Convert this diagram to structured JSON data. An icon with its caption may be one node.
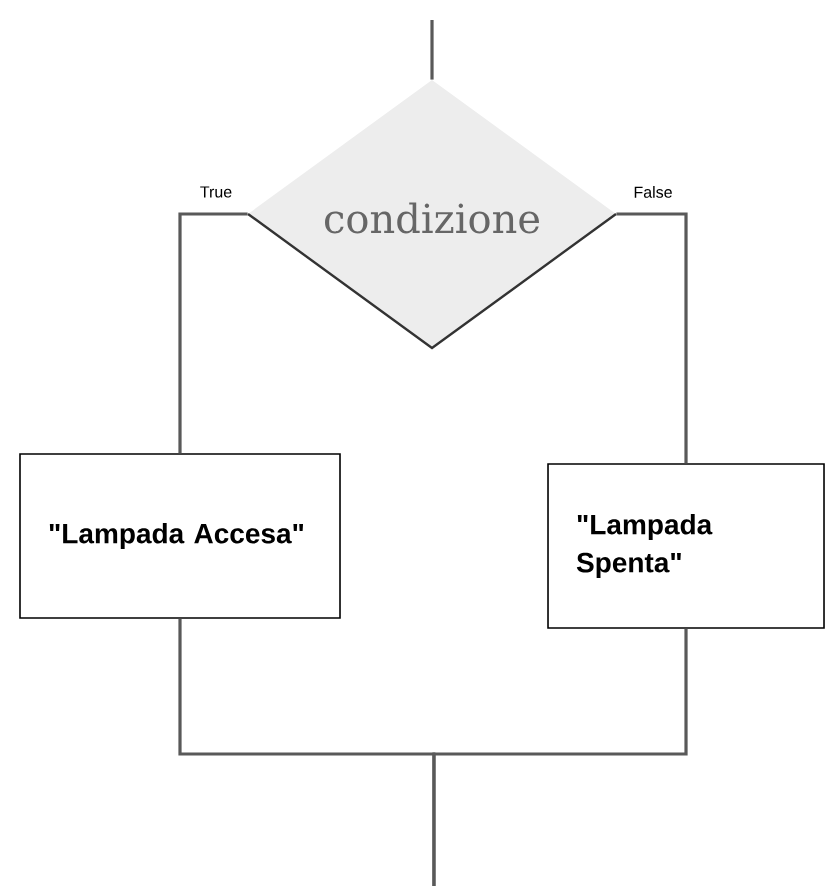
{
  "diagram": {
    "nodes": [
      {
        "text": [
          "condizione"
        ]
      },
      {
        "text": [
          "\"Lampada Accesa\""
        ]
      },
      {
        "text": [
          "\"Lampada Spenta\""
        ]
      }
    ],
    "edges": [
      {
        "from": null,
        "to": 0,
        "arrow": "none"
      },
      {
        "from": 0,
        "to": 1,
        "arrow": "none",
        "label": "True"
      },
      {
        "from": 0,
        "to": 2,
        "arrow": "none",
        "label": "False"
      },
      {
        "from": 1,
        "to": null,
        "arrow": "none"
      },
      {
        "from": 2,
        "to": null,
        "arrow": "none"
      }
    ]
  }
}
